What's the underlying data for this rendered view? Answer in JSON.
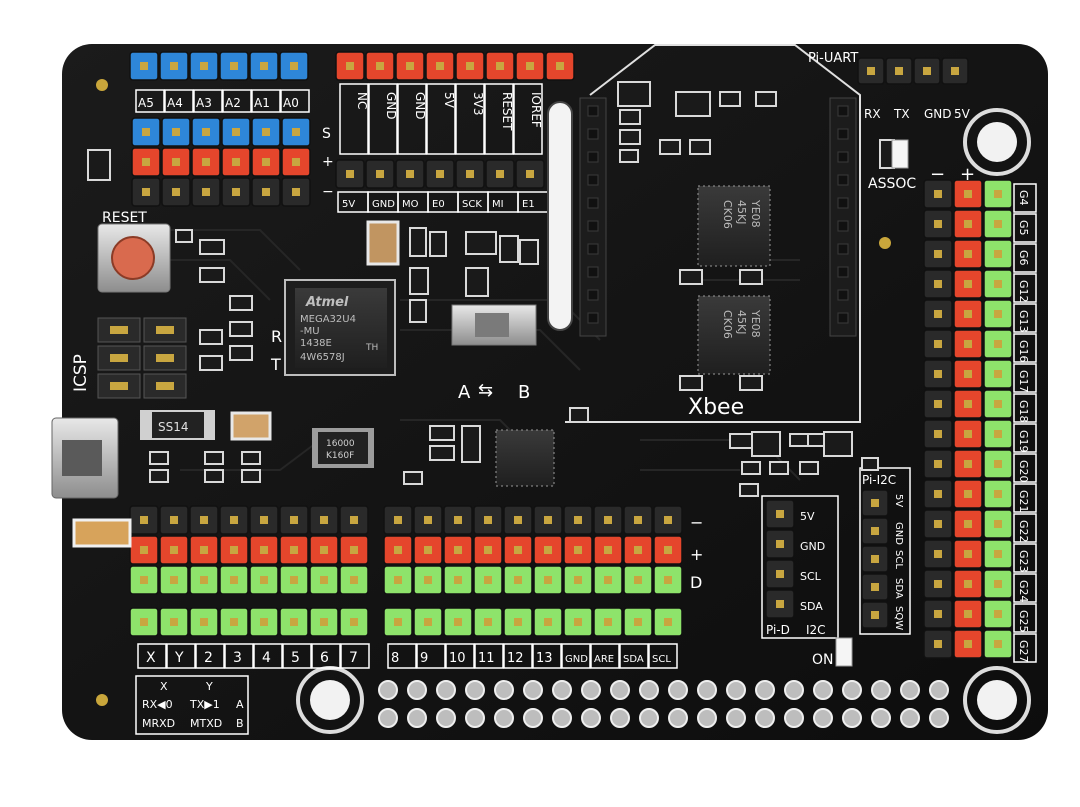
{
  "board": {
    "analog_labels": [
      "A5",
      "A4",
      "A3",
      "A2",
      "A1",
      "A0"
    ],
    "power_labels": [
      "NC",
      "GND",
      "GND",
      "5V",
      "3V3",
      "RESET",
      "IOREF"
    ],
    "row_label_s": "S",
    "row_label_plus": "+",
    "row_label_minus": "−",
    "isp_labels": [
      "5V",
      "GND",
      "MO",
      "E0",
      "SCK",
      "MI",
      "E1"
    ],
    "pi_uart_title": "Pi-UART",
    "pi_uart_labels": [
      "RX",
      "TX",
      "GND",
      "5V"
    ],
    "assoc": "ASSOC",
    "reset": "RESET",
    "icsp": "ICSP",
    "led_r": "R",
    "led_t": "T",
    "mcu": {
      "brand": "Atmel",
      "line1": "MEGA32U4",
      "line2": "-MU",
      "line3": "1438E",
      "line4": "4W6578J",
      "line5": "TH"
    },
    "switch_label": "A",
    "switch_label_b": "B",
    "xbee": "Xbee",
    "diode": "SS14",
    "crystal": [
      "16000",
      "K160F"
    ],
    "buffer_ic_text": [
      "YE08",
      "45KJ",
      "CK06"
    ],
    "right_headers": [
      "G4",
      "G5",
      "G6",
      "G12",
      "G13",
      "G16",
      "G17",
      "G18",
      "G19",
      "G20",
      "G21",
      "G22",
      "G23",
      "G24",
      "G25",
      "G27"
    ],
    "right_minus": "−",
    "right_plus": "+",
    "pi_d_labels": [
      "5V",
      "GND",
      "SCL",
      "SDA"
    ],
    "pi_d_title": "Pi-D",
    "pi_d_i2c": "I2C",
    "pi_i2c_title": "Pi-I2C",
    "pi_i2c_labels": [
      "5V",
      "GND",
      "SCL",
      "SDA",
      "SQW"
    ],
    "on": "ON",
    "bottom_left_labels": [
      "X",
      "Y",
      "2",
      "3",
      "4",
      "5",
      "6",
      "7"
    ],
    "bottom_right_labels": [
      "8",
      "9",
      "10",
      "11",
      "12",
      "13",
      "GND",
      "ARE",
      "SDA",
      "SCL"
    ],
    "bottom_row_minus": "−",
    "bottom_row_plus": "+",
    "bottom_row_d": "D",
    "table": {
      "header": [
        "X",
        "Y"
      ],
      "row1": [
        "RX◀0",
        "TX▶1"
      ],
      "row2": [
        "MRXD",
        "MTXD"
      ],
      "side": [
        "A",
        "B"
      ]
    }
  }
}
